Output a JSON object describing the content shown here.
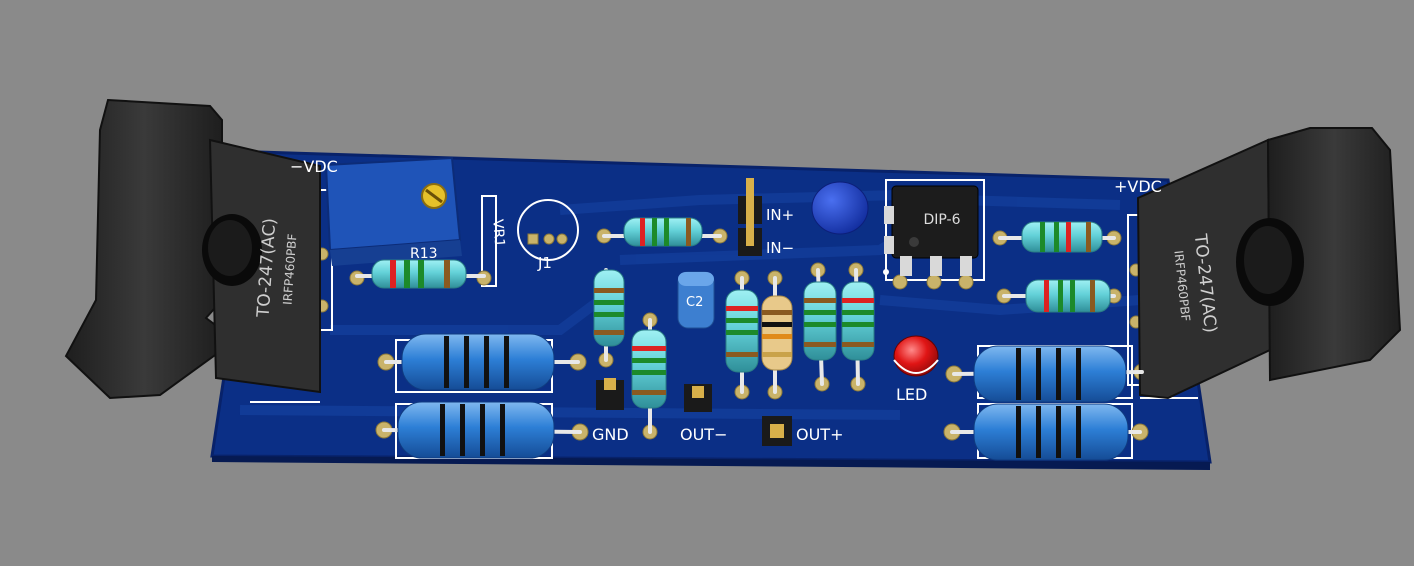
{
  "board": {
    "colors": {
      "background": "#8a8a8a",
      "pcb": "#0b2f86",
      "pcb_edge": "#08226a",
      "silk": "#ffffff",
      "pad": "#c9b36a",
      "resistor_body": "#63d1d8",
      "power_resistor_body": "#2d7fd6",
      "trimmer": "#1f54b8",
      "capacitor_blue": "#3d7fd0",
      "capacitor_dark": "#1438b8",
      "led_red": "#e01515",
      "mosfet": "#2a2a2a"
    }
  },
  "labels": {
    "vdc_neg": "−VDC",
    "vdc_pos": "+VDC",
    "vr1": "VR1",
    "r13": "R13",
    "j1": "J1",
    "in_plus": "IN+",
    "in_minus": "IN−",
    "dip6": "DIP-6",
    "gnd": "GND",
    "out_minus": "OUT−",
    "out_plus": "OUT+",
    "led": "LED",
    "c2": "C2"
  },
  "mosfets": {
    "left": {
      "package": "TO-247(AC)",
      "part": "IRFP460PBF"
    },
    "right": {
      "package": "TO-247(AC)",
      "part": "IRFP460PBF"
    }
  }
}
